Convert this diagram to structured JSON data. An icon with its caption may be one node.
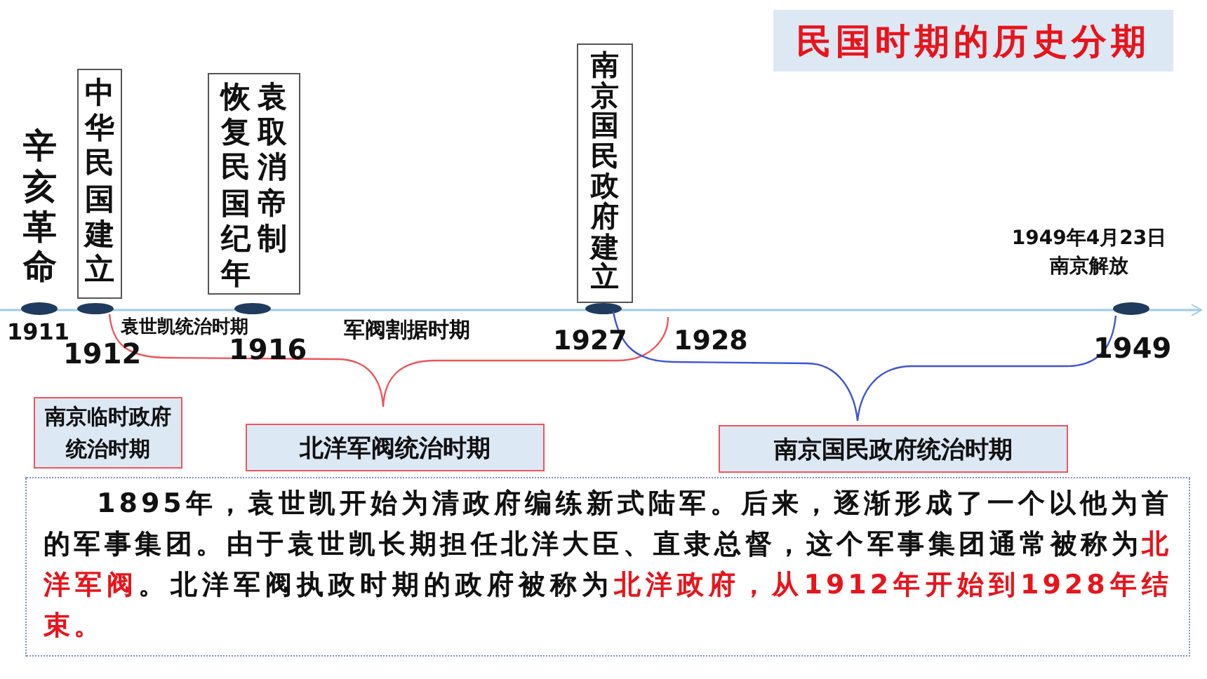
{
  "diagram": {
    "title": "民国时期的历史分期",
    "nodes": [
      {
        "text": [
          "中华民国建立"
        ]
      },
      {
        "text": [
          "恢复民国纪年",
          "袁取消帝制"
        ]
      },
      {
        "text": [
          "南京国民政府建立"
        ]
      },
      {
        "text": [
          "南京临时政府统治时期"
        ]
      },
      {
        "text": [
          "北洋军阀统治时期"
        ]
      },
      {
        "text": [
          "南京国民政府统治时期"
        ]
      },
      {
        "text": [
          "1895年，袁世凯开始为清政府编练新式陆军。后来，逐渐形成了一个以他为首的军事集团。由于袁世凯长期担任北洋大臣、直隶总督，这个军事集团通常被称为**北洋军阀**。北洋军阀执政时期的政府被称为**北洋政府，从1912年开始到1928年结束。**"
        ]
      }
    ],
    "labels": [
      "辛亥革命",
      "1911",
      "1912",
      "袁世凯统治时期",
      "1916",
      "军阀割据时期",
      "1927",
      "1928",
      "1949年4月23日南京解放",
      "1949"
    ]
  }
}
